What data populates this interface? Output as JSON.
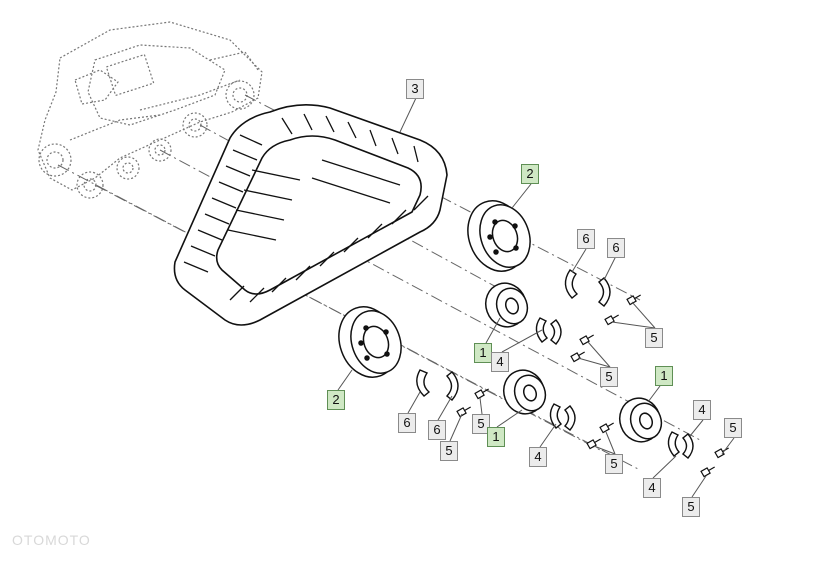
{
  "diagram": {
    "callouts": [
      {
        "id": "c3",
        "label": "3",
        "style": "grey"
      },
      {
        "id": "c2a",
        "label": "2",
        "style": "green"
      },
      {
        "id": "c6a",
        "label": "6",
        "style": "grey"
      },
      {
        "id": "c6b",
        "label": "6",
        "style": "grey"
      },
      {
        "id": "c5a",
        "label": "5",
        "style": "grey"
      },
      {
        "id": "c1a",
        "label": "1",
        "style": "green"
      },
      {
        "id": "c4a",
        "label": "4",
        "style": "grey"
      },
      {
        "id": "c5b",
        "label": "5",
        "style": "grey"
      },
      {
        "id": "c1b",
        "label": "1",
        "style": "green"
      },
      {
        "id": "c2b",
        "label": "2",
        "style": "green"
      },
      {
        "id": "c6c",
        "label": "6",
        "style": "grey"
      },
      {
        "id": "c6d",
        "label": "6",
        "style": "grey"
      },
      {
        "id": "c5c",
        "label": "5",
        "style": "grey"
      },
      {
        "id": "c5d",
        "label": "5",
        "style": "grey"
      },
      {
        "id": "c1c",
        "label": "1",
        "style": "green"
      },
      {
        "id": "c4b",
        "label": "4",
        "style": "grey"
      },
      {
        "id": "c5e",
        "label": "5",
        "style": "grey"
      },
      {
        "id": "c4c",
        "label": "4",
        "style": "grey"
      },
      {
        "id": "c5f",
        "label": "5",
        "style": "grey"
      },
      {
        "id": "c4d",
        "label": "4",
        "style": "grey"
      },
      {
        "id": "c5g",
        "label": "5",
        "style": "grey"
      }
    ],
    "watermark": "OTOMOTO"
  },
  "colors": {
    "line": "#111111",
    "ghost": "#777777",
    "leader": "#555555",
    "callout_grey": "#ececec",
    "callout_green": "#cfe8c4"
  }
}
